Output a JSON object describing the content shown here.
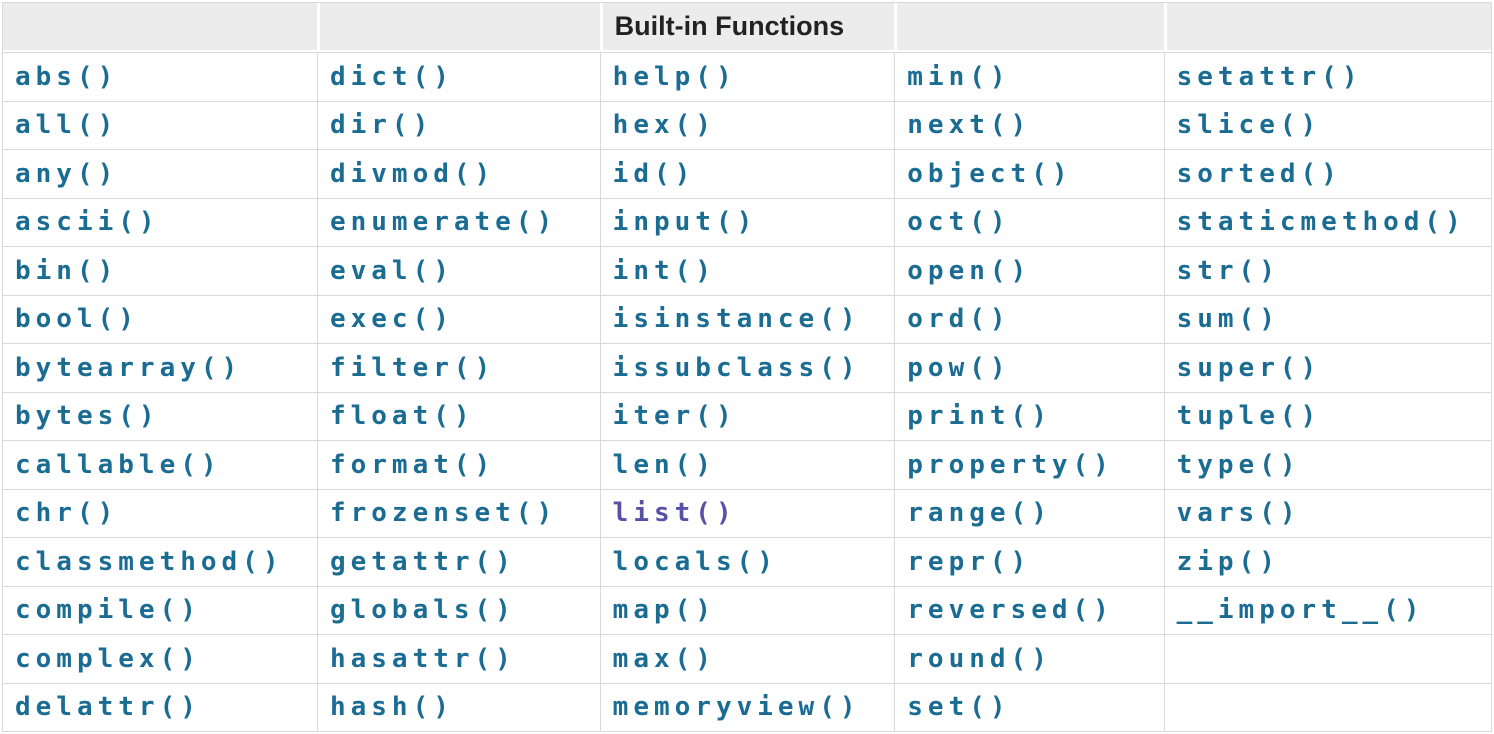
{
  "table": {
    "title": "Built-in Functions",
    "title_column_index": 2,
    "column_count": 5,
    "header_background": "#ececec",
    "header_text_color": "#222222",
    "border_color": "#d9d9d9",
    "link_color": "#1a6c93",
    "visited_link_color": "#5750a9",
    "visited_links": [
      "list()"
    ],
    "rows": [
      [
        "abs()",
        "dict()",
        "help()",
        "min()",
        "setattr()"
      ],
      [
        "all()",
        "dir()",
        "hex()",
        "next()",
        "slice()"
      ],
      [
        "any()",
        "divmod()",
        "id()",
        "object()",
        "sorted()"
      ],
      [
        "ascii()",
        "enumerate()",
        "input()",
        "oct()",
        "staticmethod()"
      ],
      [
        "bin()",
        "eval()",
        "int()",
        "open()",
        "str()"
      ],
      [
        "bool()",
        "exec()",
        "isinstance()",
        "ord()",
        "sum()"
      ],
      [
        "bytearray()",
        "filter()",
        "issubclass()",
        "pow()",
        "super()"
      ],
      [
        "bytes()",
        "float()",
        "iter()",
        "print()",
        "tuple()"
      ],
      [
        "callable()",
        "format()",
        "len()",
        "property()",
        "type()"
      ],
      [
        "chr()",
        "frozenset()",
        "list()",
        "range()",
        "vars()"
      ],
      [
        "classmethod()",
        "getattr()",
        "locals()",
        "repr()",
        "zip()"
      ],
      [
        "compile()",
        "globals()",
        "map()",
        "reversed()",
        "__import__()"
      ],
      [
        "complex()",
        "hasattr()",
        "max()",
        "round()",
        ""
      ],
      [
        "delattr()",
        "hash()",
        "memoryview()",
        "set()",
        ""
      ]
    ]
  }
}
